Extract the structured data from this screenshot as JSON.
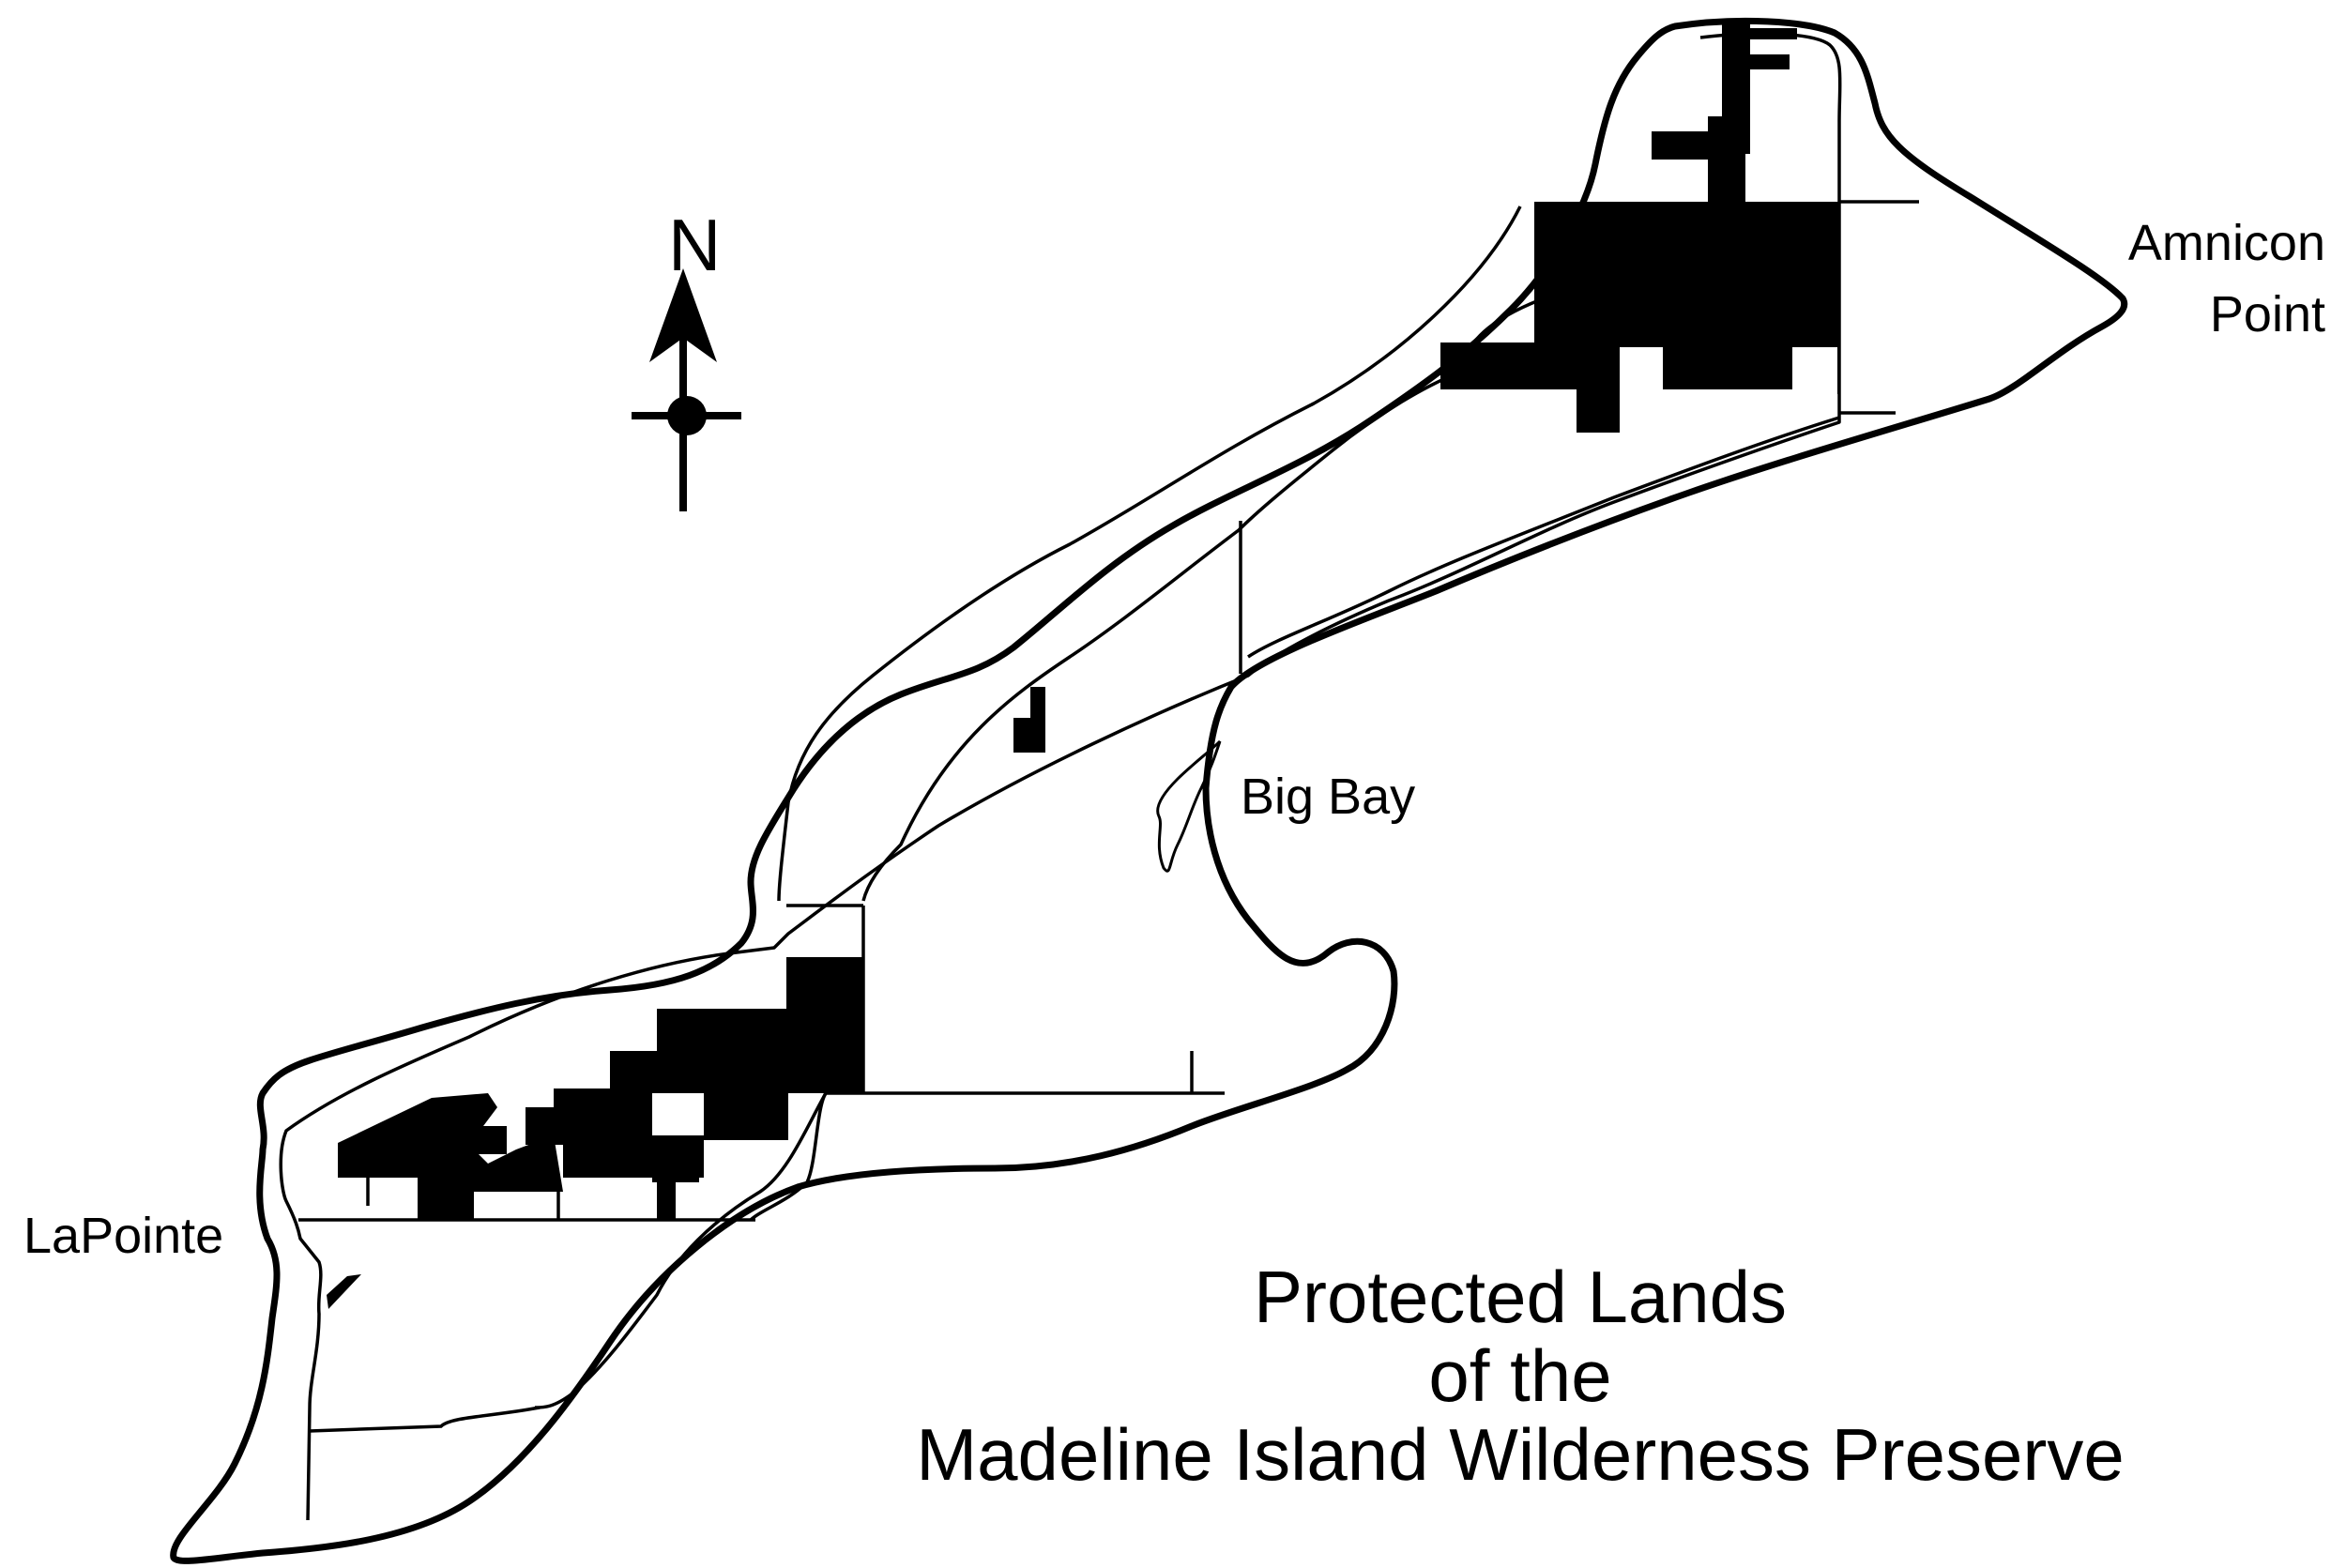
{
  "map": {
    "colors": {
      "ink": "#000000",
      "paper": "#ffffff"
    },
    "north_arrow": {
      "letter": "N"
    },
    "places": {
      "amnicon_line1": "Amnicon",
      "amnicon_line2": "Point",
      "big_bay": "Big Bay",
      "lapointe": "LaPointe"
    },
    "title": {
      "line1": "Protected Lands",
      "line2": "of the",
      "line3": "Madeline Island Wilderness Preserve"
    }
  }
}
